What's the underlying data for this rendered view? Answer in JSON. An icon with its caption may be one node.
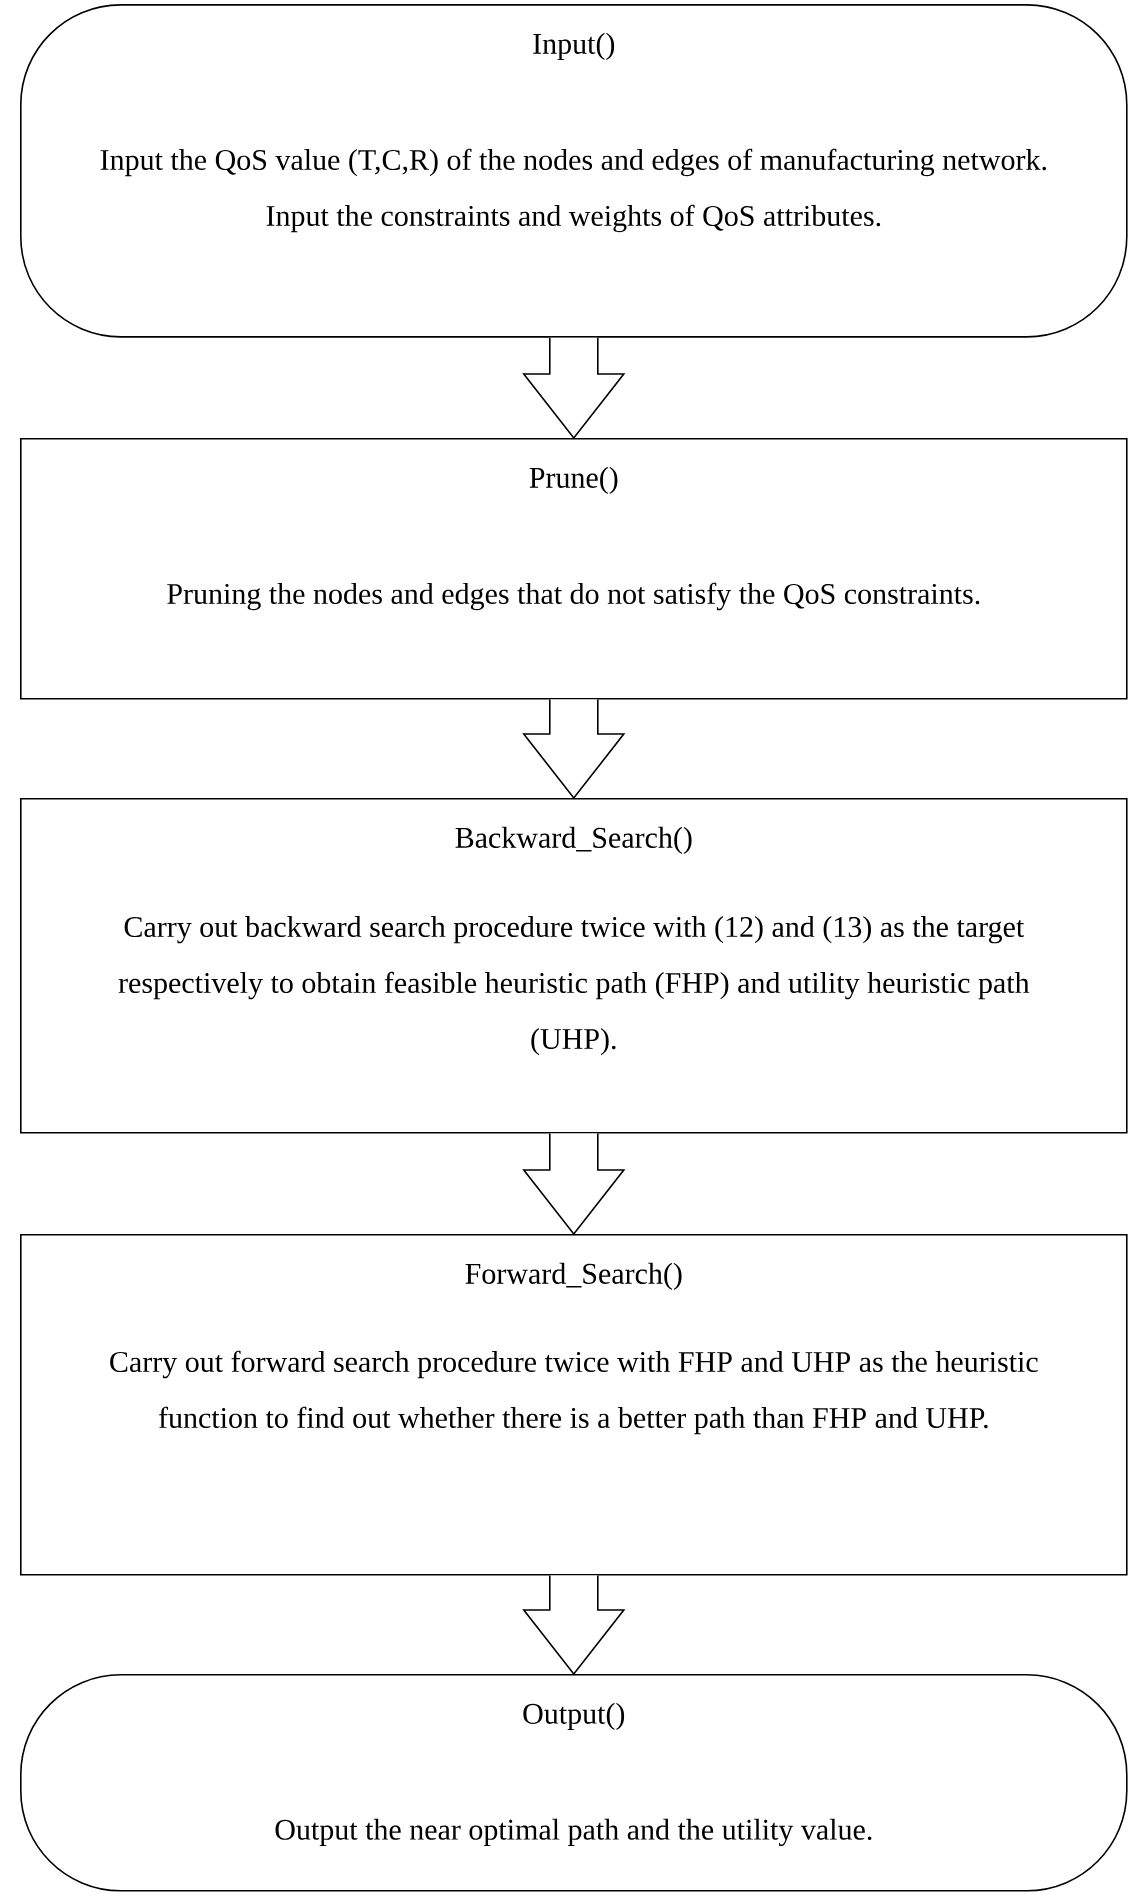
{
  "diagram": {
    "nodes": [
      {
        "text": [
          "Input()",
          "Input the QoS value (T,C,R) of the nodes and edges of manufacturing network.",
          "Input the constraints and weights of QoS attributes."
        ]
      },
      {
        "text": [
          "Prune()",
          "Pruning the nodes and edges that do not satisfy the QoS constraints."
        ]
      },
      {
        "text": [
          "Backward_Search()",
          "Carry out backward search procedure twice with (12) and (13) as the target respectively to obtain feasible heuristic path (FHP) and utility heuristic path (UHP)."
        ]
      },
      {
        "text": [
          "Forward_Search()",
          "Carry out forward search procedure twice with FHP and UHP as the heuristic function to find out whether there is a better path than FHP and UHP."
        ]
      },
      {
        "text": [
          "Output()",
          "Output the near optimal path and the utility value."
        ]
      }
    ],
    "edges": [
      {
        "from": 0,
        "to": 1,
        "arrow": "to"
      },
      {
        "from": 1,
        "to": 2,
        "arrow": "to"
      },
      {
        "from": 2,
        "to": 3,
        "arrow": "to"
      },
      {
        "from": 3,
        "to": 4,
        "arrow": "to"
      }
    ]
  }
}
